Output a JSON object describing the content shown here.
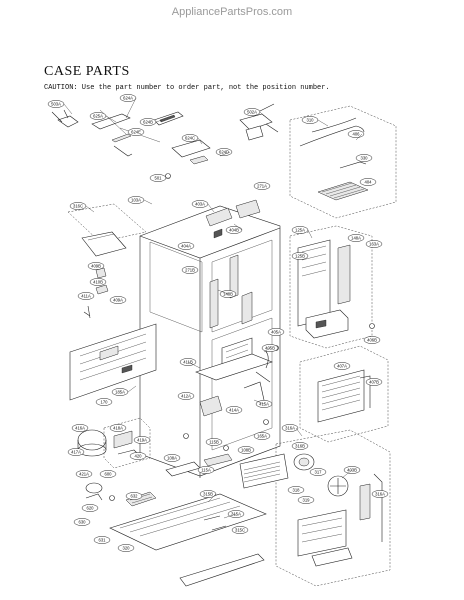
{
  "watermark": "AppliancePartsPros.com",
  "title": "CASE PARTS",
  "caution": "CAUTION: Use the part number to order part, not the position number.",
  "labels": [
    "503A",
    "502A",
    "624A",
    "625A",
    "624B",
    "624E",
    "624C",
    "624D",
    "501",
    "103A",
    "310",
    "406",
    "330",
    "404",
    "315A",
    "315B",
    "315C",
    "320",
    "316A",
    "316B",
    "316C",
    "317",
    "318",
    "319",
    "115A",
    "115B",
    "108A",
    "108B",
    "125A",
    "125B",
    "148A",
    "148B",
    "163A",
    "185A",
    "165A",
    "170",
    "271A",
    "271B",
    "403A",
    "403B",
    "404A",
    "404B",
    "405A",
    "405B",
    "406B",
    "407A",
    "407B",
    "409A",
    "409B",
    "410B",
    "411A",
    "411B",
    "412A",
    "414A",
    "415A",
    "416A",
    "417A",
    "418A",
    "419A",
    "420",
    "421A",
    "600",
    "620",
    "630",
    "631",
    "632"
  ]
}
